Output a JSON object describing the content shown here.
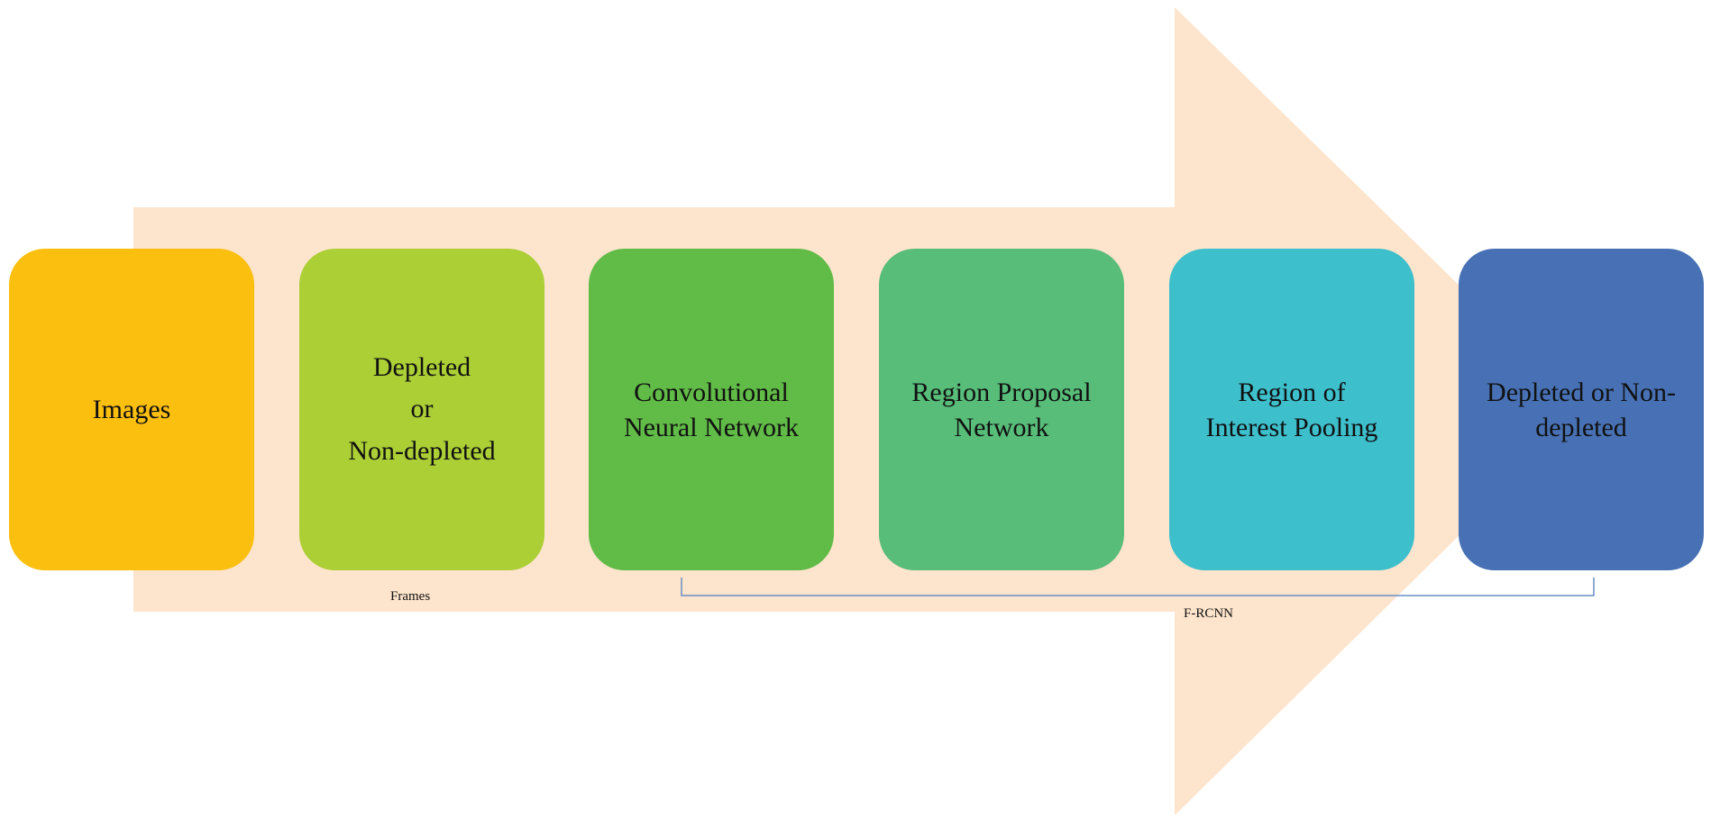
{
  "diagram": {
    "arrow_color": "#fde4cc",
    "stages": [
      {
        "id": "images",
        "lines": [
          "Images"
        ],
        "color": "#fbbf10"
      },
      {
        "id": "frames",
        "lines": [
          "Depleted",
          "or",
          "Non-depleted"
        ],
        "color": "#abcf35"
      },
      {
        "id": "cnn",
        "lines": [
          "Convolutional",
          "Neural Network"
        ],
        "color": "#61bb47"
      },
      {
        "id": "rpn",
        "lines": [
          "Region Proposal",
          "Network"
        ],
        "color": "#57bd79"
      },
      {
        "id": "roi",
        "lines": [
          "Region of",
          "Interest Pooling"
        ],
        "color": "#3dbfcc"
      },
      {
        "id": "output",
        "lines": [
          "Depleted or Non-",
          "depleted"
        ],
        "color": "#4771b4"
      }
    ],
    "captions": {
      "frames": "Frames",
      "frcnn": "F-RCNN"
    },
    "bracket_color": "#6b8fc4"
  }
}
